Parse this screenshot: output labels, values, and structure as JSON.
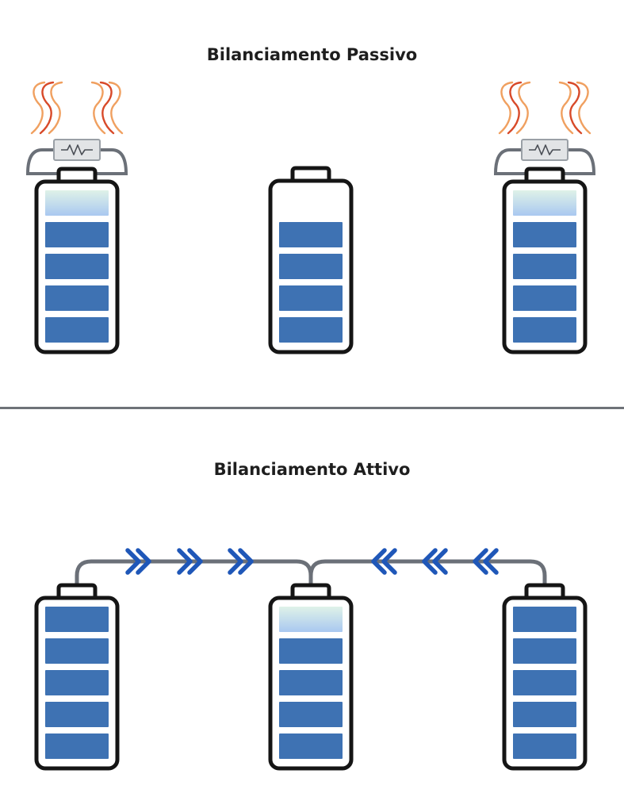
{
  "passive": {
    "title": "Bilanciamento Passivo",
    "batteries": [
      {
        "segments": [
          "top-charge",
          "full",
          "full",
          "full",
          "full"
        ],
        "resistor": true,
        "heat": true
      },
      {
        "segments": [
          "full",
          "full",
          "full",
          "full"
        ],
        "resistor": false,
        "heat": false
      },
      {
        "segments": [
          "top-charge",
          "full",
          "full",
          "full",
          "full"
        ],
        "resistor": true,
        "heat": true
      }
    ]
  },
  "active": {
    "title": "Bilanciamento Attivo",
    "batteries": [
      {
        "segments": [
          "full",
          "full",
          "full",
          "full",
          "full"
        ]
      },
      {
        "segments": [
          "top-charge",
          "full",
          "full",
          "full",
          "full"
        ]
      },
      {
        "segments": [
          "full",
          "full",
          "full",
          "full",
          "full"
        ]
      }
    ],
    "flow": {
      "left_arrows": 3,
      "right_arrows": 3,
      "direction": "toward-center"
    }
  },
  "colors": {
    "segment": "#3e72b3",
    "segment_top_charge_start": "#dff2e8",
    "segment_top_charge_end": "#a9c8f0",
    "battery_outline": "#151515",
    "wire": "#6b7078",
    "arrow": "#1f57b8",
    "heat_inner": "#d84a2a",
    "heat_outer": "#f0a060",
    "resistor_fill": "#e2e4e6",
    "divider": "#6e7278"
  },
  "icons": [
    "battery-icon",
    "resistor-icon",
    "heat-wave-icon",
    "double-chevron-arrow-icon"
  ]
}
